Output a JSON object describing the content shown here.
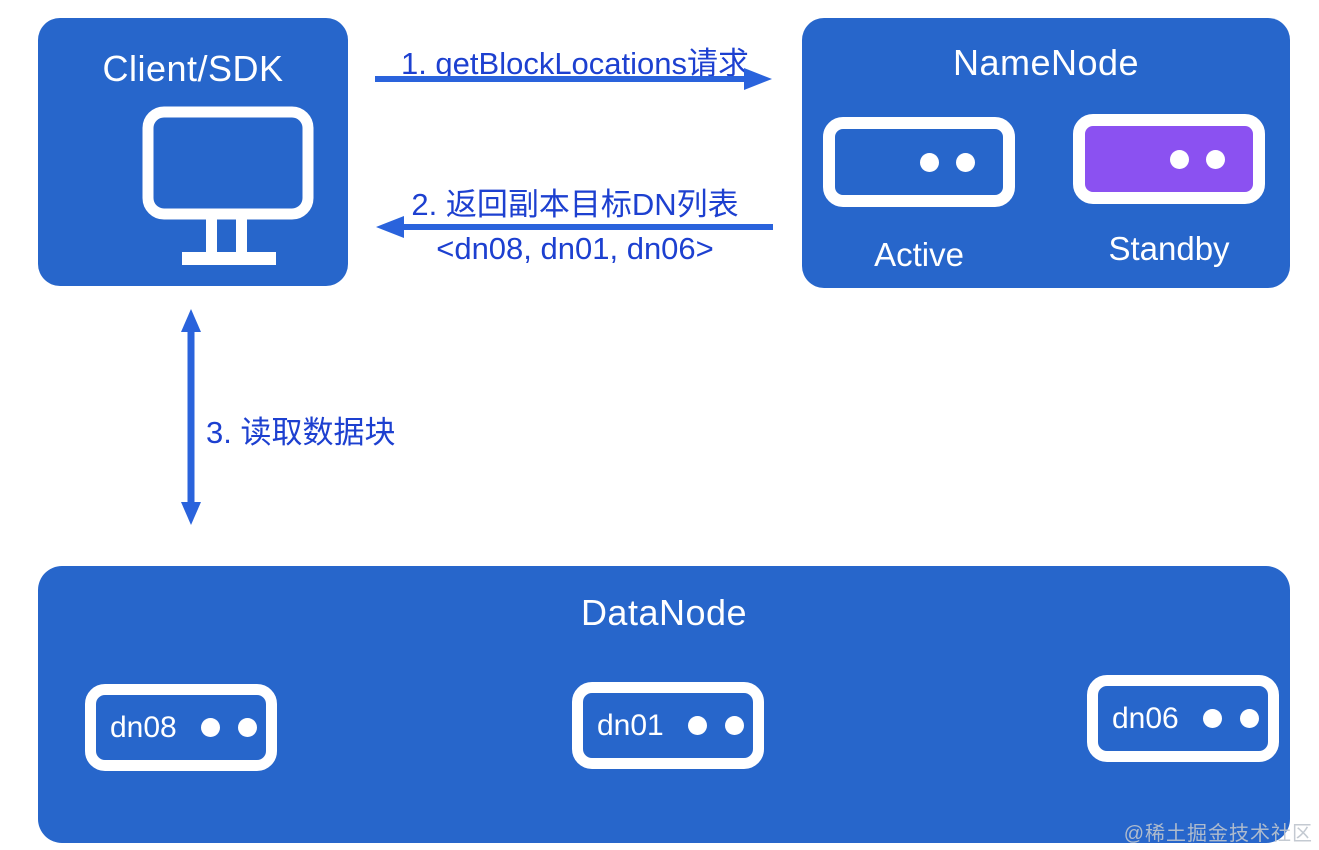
{
  "client": {
    "title": "Client/SDK"
  },
  "namenode": {
    "title": "NameNode",
    "active_label": "Active",
    "standby_label": "Standby"
  },
  "datanode": {
    "title": "DataNode",
    "nodes": [
      {
        "label": "dn08"
      },
      {
        "label": "dn01"
      },
      {
        "label": "dn06"
      }
    ]
  },
  "steps": {
    "step1": "1. getBlockLocations请求",
    "step2": "2. 返回副本目标DN列表",
    "step2_list": "<dn08, dn01, dn06>",
    "step3": "3. 读取数据块"
  },
  "watermark": "@稀土掘金技术社区",
  "colors": {
    "primary_blue": "#2766CB",
    "purple": "#8B51F1",
    "arrow_blue": "#2A63DC",
    "label_blue": "#1D40D0",
    "white": "#FFFFFF"
  }
}
